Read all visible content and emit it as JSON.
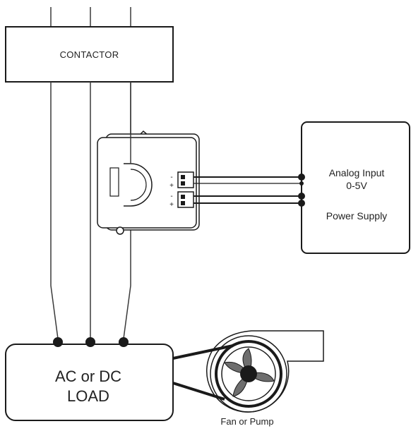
{
  "contactor": {
    "label": "CONTACTOR"
  },
  "controller": {
    "analog_input": "Analog Input",
    "range": "0-5V",
    "power_supply": "Power Supply"
  },
  "sensor": {
    "terminal_marks": [
      "-",
      "+",
      "-",
      "+"
    ]
  },
  "load": {
    "line1": "AC or DC",
    "line2": "LOAD"
  },
  "fan": {
    "label": "Fan or Pump"
  },
  "colors": {
    "line": "#1a1a1a",
    "fill": "#ffffff",
    "conductor": "#3a3a3a"
  }
}
